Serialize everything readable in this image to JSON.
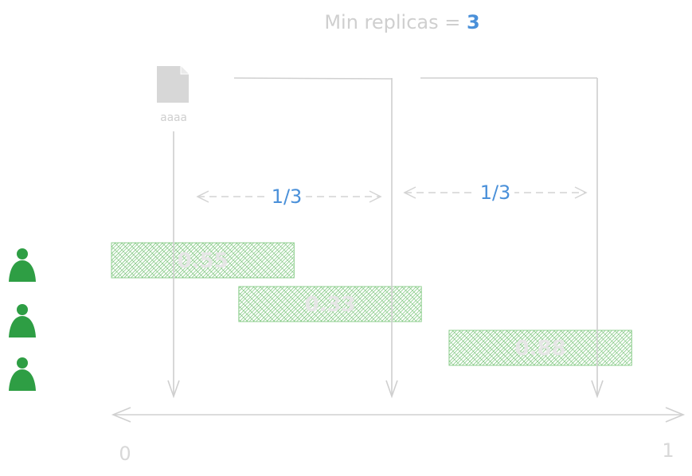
{
  "title": {
    "prefix": "Min replicas = ",
    "value": "3"
  },
  "file": {
    "icon": "document-icon",
    "label": "aaaa"
  },
  "spacing": [
    {
      "label": "1/3"
    },
    {
      "label": "1/3"
    }
  ],
  "ranges": [
    {
      "label": "0.55",
      "start": 0,
      "end": 0.33
    },
    {
      "label": "0.33",
      "start": 0.23,
      "end": 0.56
    },
    {
      "label": "0.88",
      "start": 0.61,
      "end": 0.94
    }
  ],
  "pointers": [
    0.1,
    0.49,
    0.85
  ],
  "axis": {
    "start": "0",
    "end": "1"
  },
  "nodes": [
    {
      "icon": "person-icon"
    },
    {
      "icon": "person-icon"
    },
    {
      "icon": "person-icon"
    }
  ],
  "colors": {
    "accent": "#4a90d9",
    "node": "#2e9e44",
    "range": "#5cb85c",
    "line": "#d0d0d0"
  }
}
